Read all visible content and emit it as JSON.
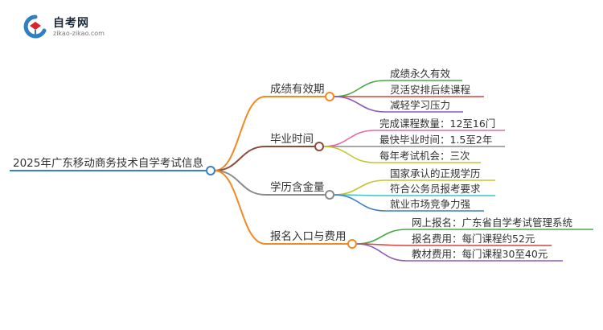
{
  "logo": {
    "title": "自考网",
    "url": "zikao-zikao.com",
    "colors": {
      "blue": "#2f7fc1",
      "red": "#d9262b"
    }
  },
  "mindmap": {
    "root": {
      "label": "2025年广东移动商务技术自学考试信息",
      "color": "#3d7fc4"
    },
    "branches": [
      {
        "label": "成绩有效期",
        "color": "#f08a25",
        "children": [
          {
            "label": "成绩永久有效",
            "color": "#4aa84a"
          },
          {
            "label": "灵活安排后续课程",
            "color": "#d6443f"
          },
          {
            "label": "减轻学习压力",
            "color": "#8a5bb5"
          }
        ]
      },
      {
        "label": "毕业时间",
        "color": "#8b4b3c",
        "children": [
          {
            "label": "完成课程数量：12至16门",
            "color": "#e06aa6"
          },
          {
            "label": "最快毕业时间：1.5至2年",
            "color": "#8a8a8a"
          },
          {
            "label": "每年考试机会：三次",
            "color": "#c5c533"
          }
        ]
      },
      {
        "label": "学历含金量",
        "color": "#8a8a8a",
        "children": [
          {
            "label": "国家承认的正规学历",
            "color": "#c5c533"
          },
          {
            "label": "符合公务员报考要求",
            "color": "#3fc3c7"
          },
          {
            "label": "就业市场竞争力强",
            "color": "#3d7fc4"
          }
        ]
      },
      {
        "label": "报名入口与费用",
        "color": "#f08a25",
        "children": [
          {
            "label": "网上报名：广东省自学考试管理系统",
            "color": "#4aa84a"
          },
          {
            "label": "报名费用：每门课程约52元",
            "color": "#d6443f"
          },
          {
            "label": "教材费用：每门课程30至40元",
            "color": "#8a5bb5"
          }
        ]
      }
    ]
  }
}
